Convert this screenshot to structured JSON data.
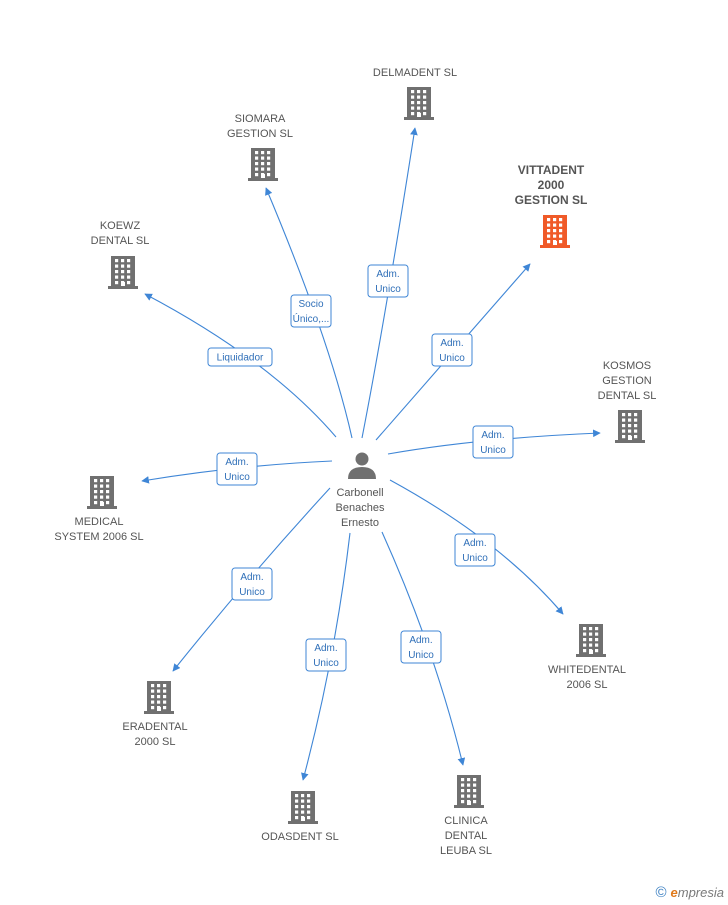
{
  "center": {
    "lines": [
      "Carbonell",
      "Benaches",
      "Ernesto"
    ],
    "icon": "person-icon"
  },
  "colors": {
    "edge": "#3f86d6",
    "building": "#707070",
    "highlight_building": "#f05a28"
  },
  "companies": [
    {
      "id": "delmadent",
      "lines": [
        "DELMADENT SL"
      ],
      "icon": "building-icon",
      "highlight": false
    },
    {
      "id": "siomara",
      "lines": [
        "SIOMARA",
        "GESTION SL"
      ],
      "icon": "building-icon",
      "highlight": false
    },
    {
      "id": "vittadent",
      "lines": [
        "VITTADENT",
        "2000",
        "GESTION SL"
      ],
      "icon": "building-icon",
      "highlight": true
    },
    {
      "id": "koewz",
      "lines": [
        "KOEWZ",
        "DENTAL SL"
      ],
      "icon": "building-icon",
      "highlight": false
    },
    {
      "id": "kosmos",
      "lines": [
        "KOSMOS",
        "GESTION",
        "DENTAL SL"
      ],
      "icon": "building-icon",
      "highlight": false
    },
    {
      "id": "medical",
      "lines": [
        "MEDICAL",
        "SYSTEM 2006 SL"
      ],
      "icon": "building-icon",
      "highlight": false
    },
    {
      "id": "whitedental",
      "lines": [
        "WHITEDENTAL",
        "2006 SL"
      ],
      "icon": "building-icon",
      "highlight": false
    },
    {
      "id": "eradental",
      "lines": [
        "ERADENTAL",
        "2000 SL"
      ],
      "icon": "building-icon",
      "highlight": false
    },
    {
      "id": "odasdent",
      "lines": [
        "ODASDENT SL"
      ],
      "icon": "building-icon",
      "highlight": false
    },
    {
      "id": "clinica",
      "lines": [
        "CLINICA",
        "DENTAL",
        "LEUBA SL"
      ],
      "icon": "building-icon",
      "highlight": false
    }
  ],
  "edges": [
    {
      "to": "delmadent",
      "label": [
        "Adm.",
        "Unico"
      ]
    },
    {
      "to": "siomara",
      "label": [
        "Socio",
        "Único,..."
      ]
    },
    {
      "to": "vittadent",
      "label": [
        "Adm.",
        "Unico"
      ]
    },
    {
      "to": "koewz",
      "label": [
        "Liquidador"
      ]
    },
    {
      "to": "kosmos",
      "label": [
        "Adm.",
        "Unico"
      ]
    },
    {
      "to": "medical",
      "label": [
        "Adm.",
        "Unico"
      ]
    },
    {
      "to": "whitedental",
      "label": [
        "Adm.",
        "Unico"
      ]
    },
    {
      "to": "eradental",
      "label": [
        "Adm.",
        "Unico"
      ]
    },
    {
      "to": "odasdent",
      "label": [
        "Adm.",
        "Unico"
      ]
    },
    {
      "to": "clinica",
      "label": [
        "Adm.",
        "Unico"
      ]
    }
  ],
  "footer": {
    "copyright": "©",
    "brand_initial": "e",
    "brand_rest": "mpresia"
  }
}
